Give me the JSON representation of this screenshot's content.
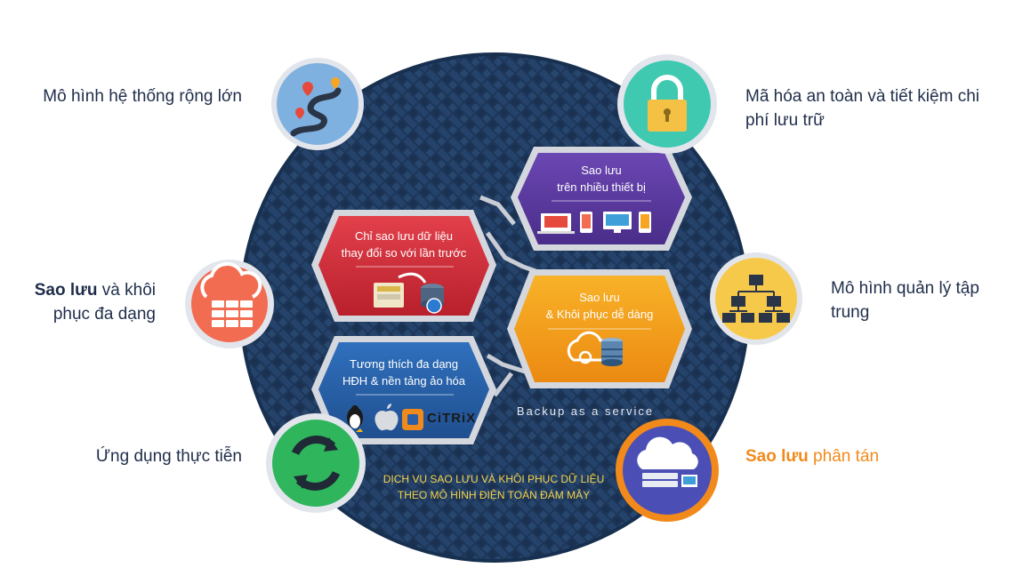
{
  "features": {
    "left_top": {
      "text": "Mô hình hệ thống rộng lớn"
    },
    "left_mid": {
      "bold": "Sao lưu",
      "rest": " và khôi",
      "line2": "phục đa dạng"
    },
    "left_bottom": {
      "text": "Ứng dụng thực tiễn"
    },
    "right_top": {
      "line1": "Mã hóa an toàn và tiết kiệm chi",
      "line2": "phí lưu trữ"
    },
    "right_mid": {
      "line1": "Mô hình quản lý tập",
      "line2": "trung"
    },
    "right_bottom": {
      "bold": "Sao lưu",
      "rest": " phân tán"
    }
  },
  "hexagons": {
    "top_right": {
      "line1": "Sao lưu",
      "line2": "trên nhiều thiết bị"
    },
    "mid_left": {
      "line1": "Chỉ sao lưu dữ liệu",
      "line2": "thay đổi so với lần trước"
    },
    "mid_right": {
      "line1": "Sao lưu",
      "line2": "& Khôi phục dễ dàng"
    },
    "bottom_left": {
      "line1": "Tương thích đa dạng",
      "line2": "HĐH & nền tảng ảo hóa",
      "citrix": "CiTRiX"
    }
  },
  "center": {
    "service": "Backup as a service",
    "caption_line1": "DỊCH VỤ SAO LƯU VÀ KHÔI PHỤC DỮ LIỆU",
    "caption_line2": "THEO MÔ HÌNH ĐIỆN TOÁN ĐÁM MÂY"
  },
  "icons": {
    "left_top": "map-route-icon",
    "left_mid": "cloud-server-icon",
    "left_bottom": "refresh-arrows-icon",
    "right_top": "padlock-icon",
    "right_mid": "hierarchy-icon",
    "right_bottom": "cloud-network-icon"
  },
  "colors": {
    "circle": "#1e3a5f",
    "hex_purple": "#5b3a9e",
    "hex_red": "#d9343f",
    "hex_orange": "#f29a17",
    "hex_blue": "#2a5fa8",
    "badge_blue": "#7fb1e0",
    "badge_teal": "#3fc9b1",
    "badge_coral": "#f26c52",
    "badge_yellow": "#f7c94b",
    "badge_green": "#2fb55c",
    "badge_violet": "#4b4fb5",
    "accent_orange": "#f28a1b",
    "caption_yellow": "#f5d34a"
  }
}
